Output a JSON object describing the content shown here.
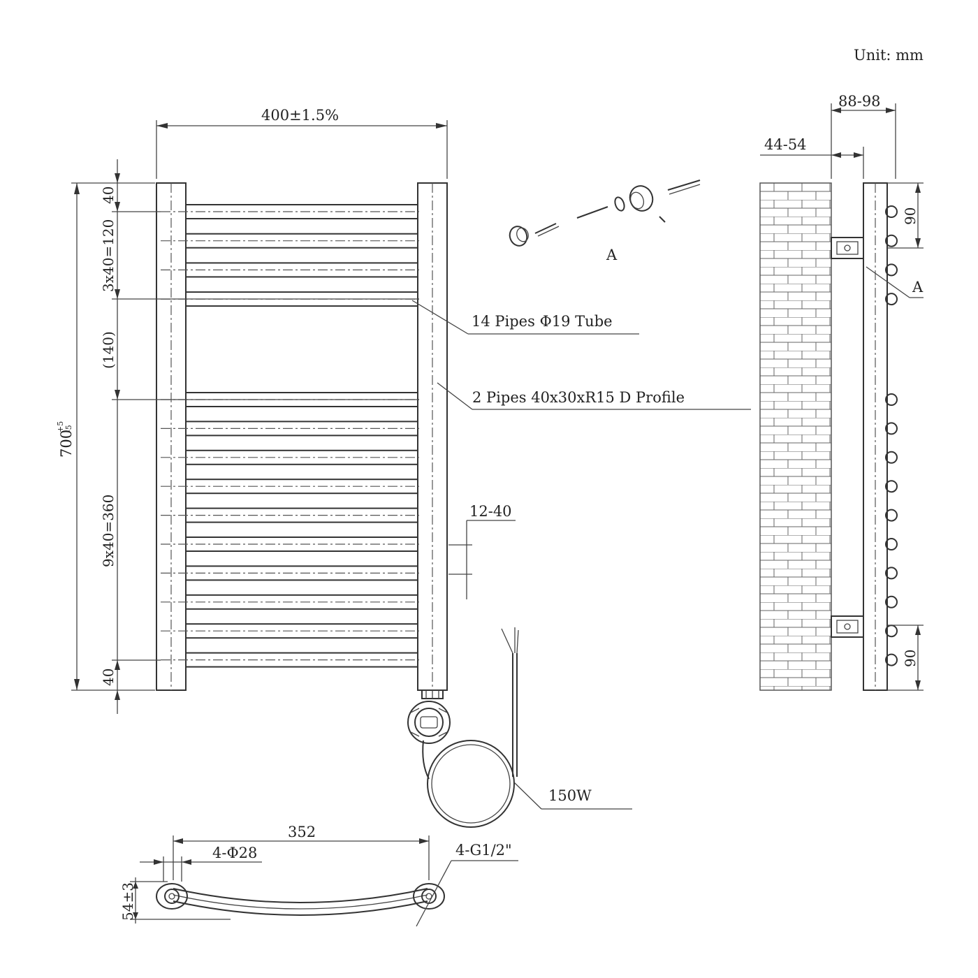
{
  "unit_label": "Unit: mm",
  "front_view": {
    "width_label": "400±1.5%",
    "height_label": "700",
    "height_tolerance_upper": "+5",
    "height_tolerance_lower": "-5",
    "spacing_labels": {
      "top_offset": "40",
      "top_group": "3x40=120",
      "gap": "(140)",
      "bottom_group": "9x40=360",
      "bottom_offset": "40"
    },
    "callouts": {
      "tubes": "14 Pipes Φ19 Tube",
      "profile": "2 Pipes 40x30xR15 D Profile",
      "element_range": "12-40",
      "power": "150W"
    }
  },
  "side_view": {
    "wall_range": "44-54",
    "depth_range": "88-98",
    "top_spacing": "90",
    "bottom_spacing": "90",
    "detail_marker": "A"
  },
  "bracket_detail": {
    "label": "A"
  },
  "top_view": {
    "centers": "352",
    "hole_spec": "4-Φ28",
    "thread_spec": "4-G1/2\"",
    "offset": "54±3"
  }
}
